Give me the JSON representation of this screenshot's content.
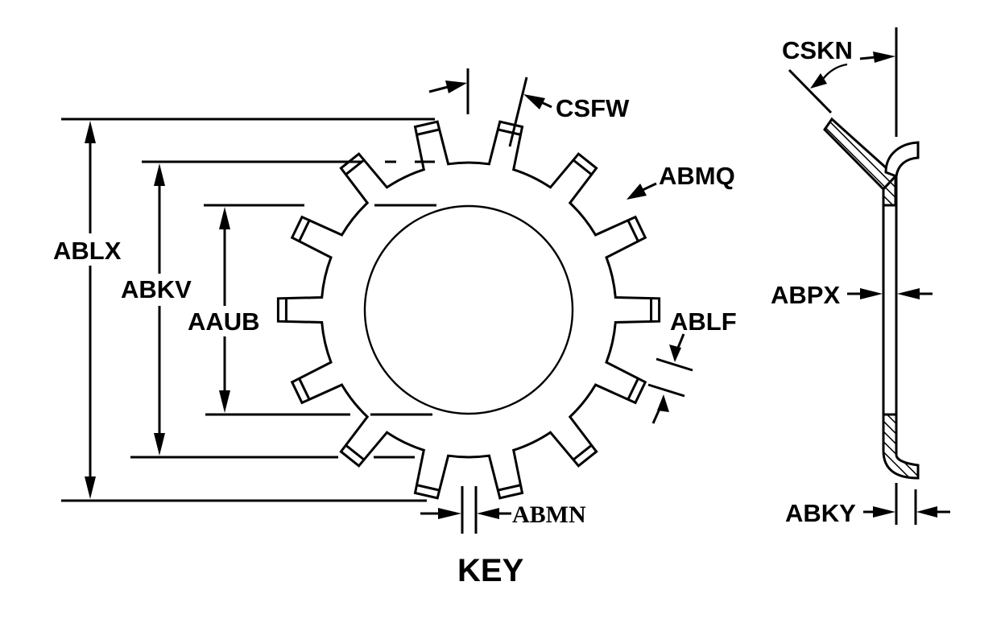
{
  "diagram": {
    "title": "KEY",
    "subject": "internal tooth lock washer (front view and side section)",
    "front_view": {
      "tooth_count": 14,
      "labels": {
        "overall_outer": "ABLX",
        "tooth_tip_diameter": "ABKV",
        "inner_diameter": "AAUB",
        "key_width_top": "CSFW",
        "tooth_end": "ABMQ",
        "tooth_width": "ABLF",
        "key_width_bottom": "ABMN"
      }
    },
    "side_view": {
      "labels": {
        "angle": "CSKN",
        "thickness": "ABPX",
        "flange": "ABKY"
      }
    }
  }
}
